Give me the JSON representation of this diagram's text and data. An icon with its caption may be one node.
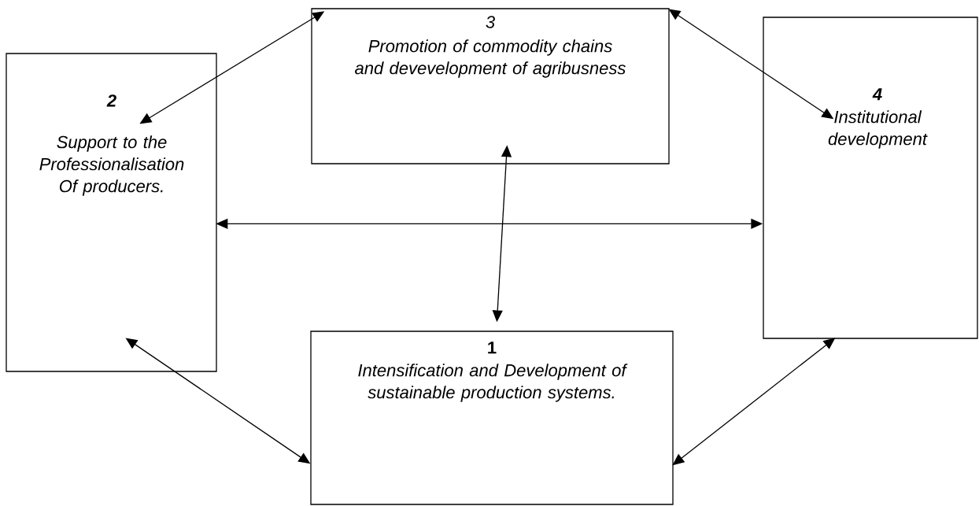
{
  "diagram": {
    "nodes": [
      {
        "text": [
          "3",
          "Promotion of commodity chains and devevelopment of agribusness"
        ]
      },
      {
        "text": [
          "2",
          "Support to the Professionalisation Of producers."
        ]
      },
      {
        "text": [
          "4",
          "Institutional development"
        ]
      },
      {
        "text": [
          "1",
          "Intensification and Development of sustainable production systems."
        ]
      }
    ],
    "edges": [
      {
        "from": 1,
        "to": 0,
        "arrow": "both"
      },
      {
        "from": 0,
        "to": 2,
        "arrow": "both"
      },
      {
        "from": 1,
        "to": 2,
        "arrow": "both"
      },
      {
        "from": 0,
        "to": 3,
        "arrow": "both"
      },
      {
        "from": 1,
        "to": 3,
        "arrow": "both"
      },
      {
        "from": 3,
        "to": 2,
        "arrow": "both"
      }
    ]
  }
}
